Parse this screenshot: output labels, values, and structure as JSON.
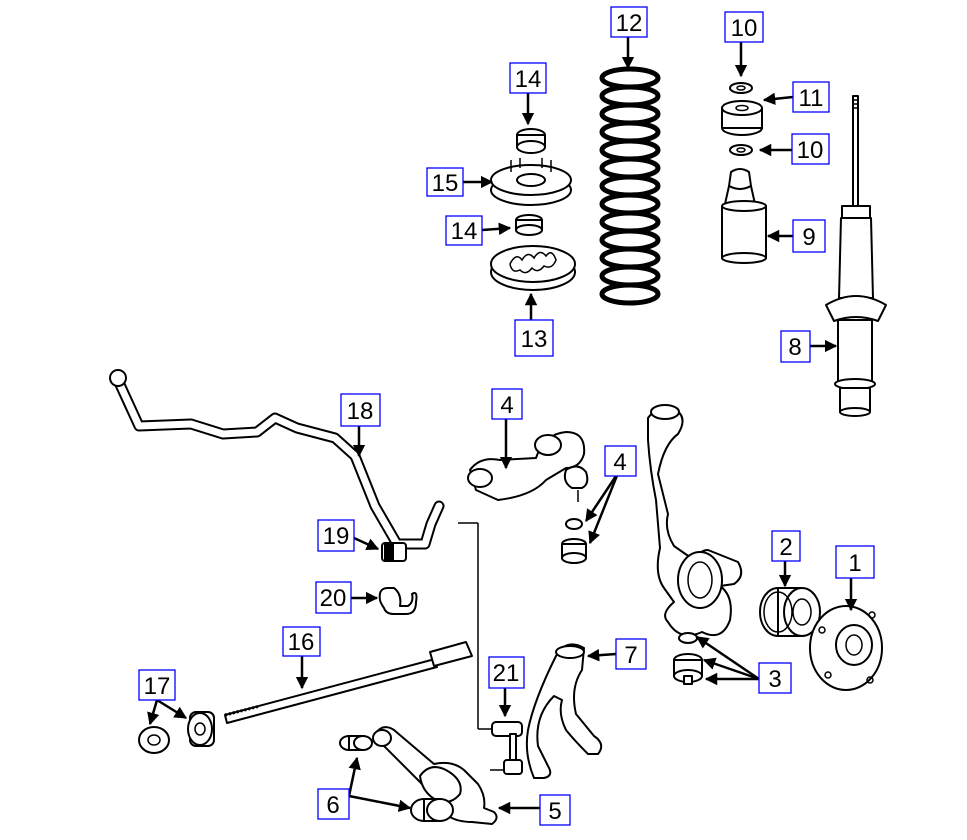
{
  "callouts": [
    {
      "id": "c1",
      "label": "1"
    },
    {
      "id": "c2",
      "label": "2"
    },
    {
      "id": "c3",
      "label": "3"
    },
    {
      "id": "c4a",
      "label": "4"
    },
    {
      "id": "c4b",
      "label": "4"
    },
    {
      "id": "c5",
      "label": "5"
    },
    {
      "id": "c6",
      "label": "6"
    },
    {
      "id": "c7",
      "label": "7"
    },
    {
      "id": "c8",
      "label": "8"
    },
    {
      "id": "c9",
      "label": "9"
    },
    {
      "id": "c10a",
      "label": "10"
    },
    {
      "id": "c10b",
      "label": "10"
    },
    {
      "id": "c11",
      "label": "11"
    },
    {
      "id": "c12",
      "label": "12"
    },
    {
      "id": "c13",
      "label": "13"
    },
    {
      "id": "c14a",
      "label": "14"
    },
    {
      "id": "c14b",
      "label": "14"
    },
    {
      "id": "c15",
      "label": "15"
    },
    {
      "id": "c16",
      "label": "16"
    },
    {
      "id": "c17",
      "label": "17"
    },
    {
      "id": "c18",
      "label": "18"
    },
    {
      "id": "c19",
      "label": "19"
    },
    {
      "id": "c20",
      "label": "20"
    },
    {
      "id": "c21",
      "label": "21"
    }
  ],
  "colors": {
    "callout_border": "#0000ff",
    "line": "#000000",
    "background": "#ffffff"
  }
}
